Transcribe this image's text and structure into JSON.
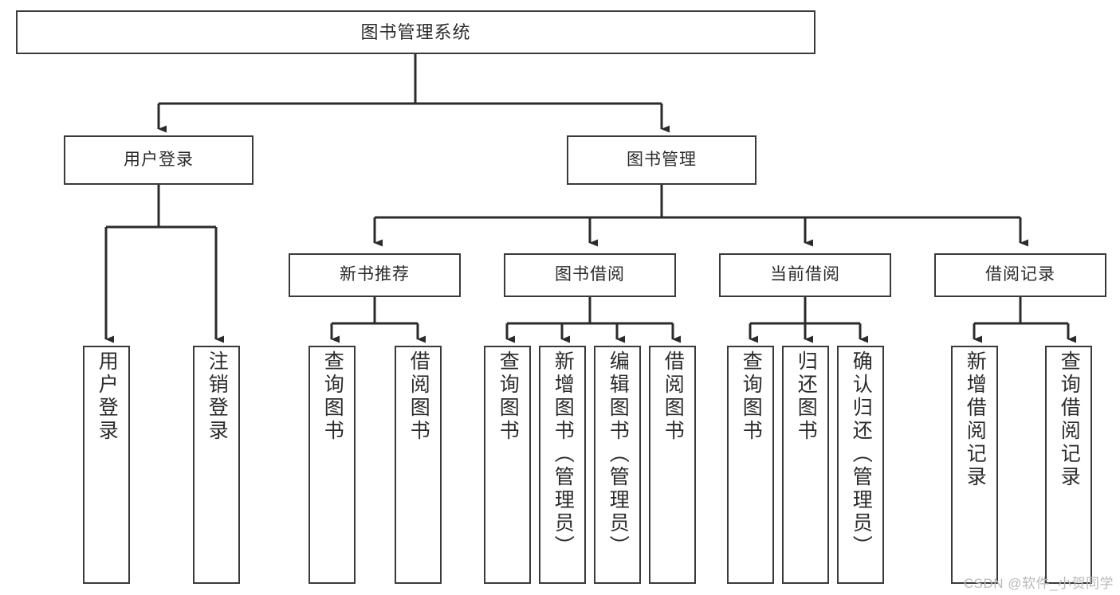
{
  "diagram": {
    "title": "图书管理系统",
    "type": "tree-hierarchy",
    "watermark": "CSDN @软件_小贺同学",
    "colors": {
      "box_border": "#3a3a3a",
      "box_fill": "#ffffff",
      "edge": "#2b2b2b",
      "text": "#2b2b2b",
      "watermark": "#b9b9b9",
      "background": "#ffffff"
    }
  },
  "nodes": {
    "root": {
      "label": "图书管理系统",
      "level": 0
    },
    "l1": [
      {
        "id": "user-login",
        "label": "用户登录",
        "level": 1
      },
      {
        "id": "book-manage",
        "label": "图书管理",
        "level": 1
      }
    ],
    "l2": [
      {
        "id": "new-book-rec",
        "label": "新书推荐",
        "level": 2,
        "parent": "book-manage"
      },
      {
        "id": "book-borrow",
        "label": "图书借阅",
        "level": 2,
        "parent": "book-manage"
      },
      {
        "id": "current-borrow",
        "label": "当前借阅",
        "level": 2,
        "parent": "book-manage"
      },
      {
        "id": "borrow-record",
        "label": "借阅记录",
        "level": 2,
        "parent": "book-manage"
      }
    ],
    "leaves": [
      {
        "id": "leaf-user-login",
        "label": "用户登录",
        "parent": "user-login"
      },
      {
        "id": "leaf-user-logout",
        "label": "注销登录",
        "parent": "user-login"
      },
      {
        "id": "leaf-query-book-1",
        "label": "查询图书",
        "parent": "new-book-rec"
      },
      {
        "id": "leaf-borrow-book-1",
        "label": "借阅图书",
        "parent": "new-book-rec"
      },
      {
        "id": "leaf-query-book-2",
        "label": "查询图书",
        "parent": "book-borrow"
      },
      {
        "id": "leaf-add-book",
        "label": "新增图书（管理员）",
        "parent": "book-borrow"
      },
      {
        "id": "leaf-edit-book",
        "label": "编辑图书（管理员）",
        "parent": "book-borrow"
      },
      {
        "id": "leaf-borrow-book-2",
        "label": "借阅图书",
        "parent": "book-borrow"
      },
      {
        "id": "leaf-query-book-3",
        "label": "查询图书",
        "parent": "current-borrow"
      },
      {
        "id": "leaf-return-book",
        "label": "归还图书",
        "parent": "current-borrow"
      },
      {
        "id": "leaf-confirm-return",
        "label": "确认归还（管理员）",
        "parent": "current-borrow"
      },
      {
        "id": "leaf-add-record",
        "label": "新增借阅记录",
        "parent": "borrow-record"
      },
      {
        "id": "leaf-query-record",
        "label": "查询借阅记录",
        "parent": "borrow-record"
      }
    ]
  }
}
